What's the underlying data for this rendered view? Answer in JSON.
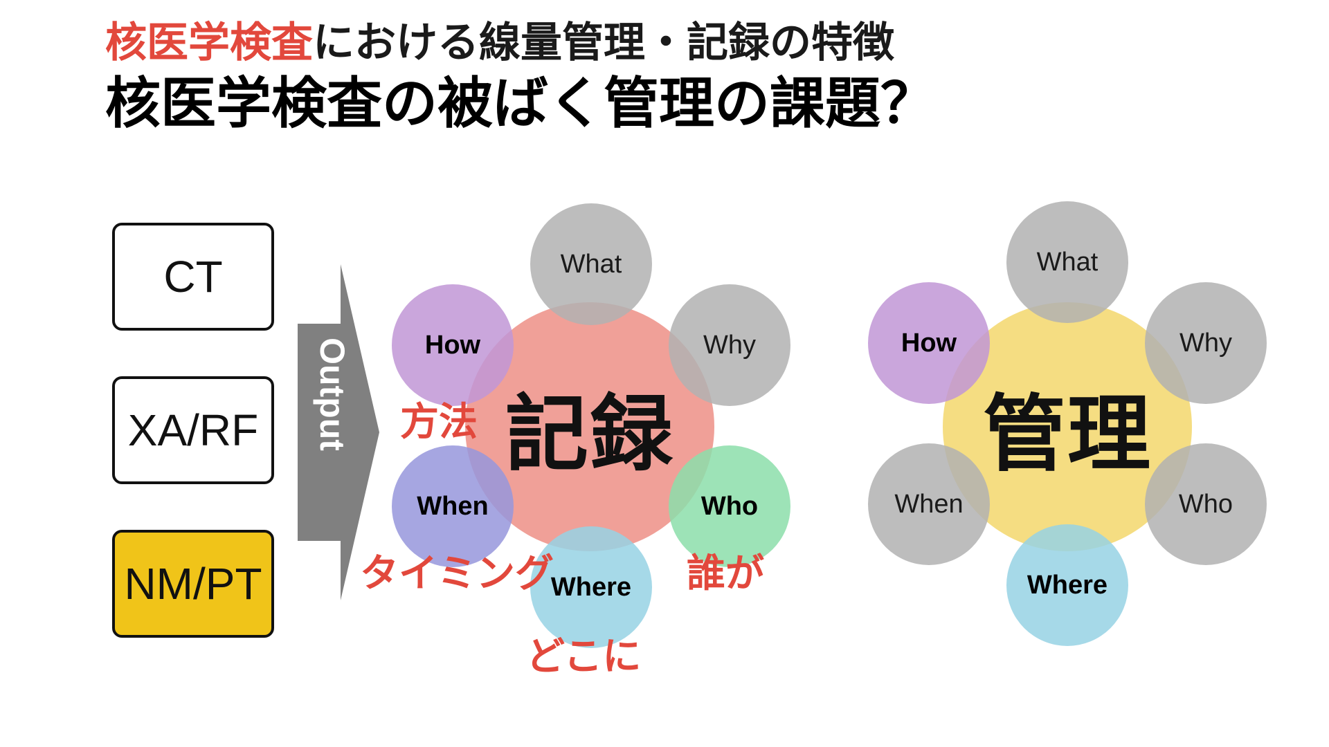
{
  "header": {
    "subtitle_accent": "核医学検査",
    "subtitle_rest": "における線量管理・記録の特徴",
    "title": "核医学検査の被ばく管理の課題？"
  },
  "modalities": [
    "CT",
    "XA/RF",
    "NM/PT"
  ],
  "active_modality": "NM/PT",
  "arrow": {
    "label": "Output"
  },
  "left_cluster": {
    "center": "記録",
    "petals": {
      "what": "What",
      "why": "Why",
      "how": "How",
      "when": "When",
      "who": "Who",
      "where": "Where"
    },
    "notes": {
      "how": "方法",
      "when": "タイミング",
      "who": "誰が",
      "where": "どこに"
    }
  },
  "right_cluster": {
    "center": "管理",
    "petals": {
      "what": "What",
      "why": "Why",
      "how": "How",
      "when": "When",
      "who": "Who",
      "where": "Where"
    }
  },
  "colors": {
    "accent_red": "#e2483c",
    "active_yellow": "#f0c419",
    "record_center": "#f0a098",
    "manage_center": "#f5dd82",
    "petal_gray": "#b2b2b2",
    "petal_purple": "#c196d6",
    "petal_blue": "#9696dc",
    "petal_green": "#8cdeaa",
    "petal_cyan": "#96d2e4",
    "arrow_gray": "#808080"
  }
}
